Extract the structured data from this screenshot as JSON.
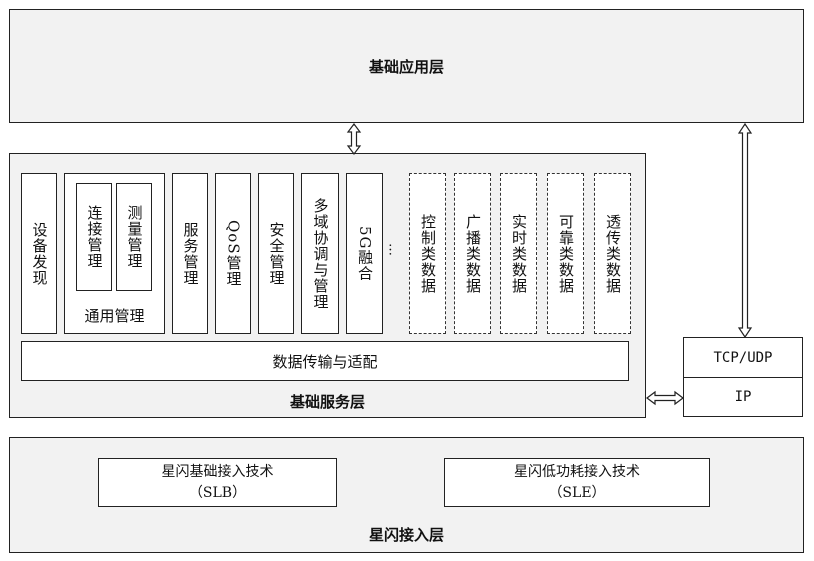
{
  "app_layer": {
    "title": "基础应用层"
  },
  "service_layer": {
    "title": "基础服务层",
    "device_discovery": "设备发现",
    "general_mgmt": {
      "label": "通用管理",
      "connection": "连接管理",
      "measurement": "测量管理"
    },
    "service_mgmt": "服务管理",
    "qos_mgmt": "QoS管理",
    "security_mgmt": "安全管理",
    "multidomain": "多域协调与管理",
    "fiveg": "5G融合",
    "ellipsis": "…",
    "data_types": [
      "控制类数据",
      "广播类数据",
      "实时类数据",
      "可靠类数据",
      "透传类数据"
    ],
    "data_transport": "数据传输与适配"
  },
  "transport": {
    "tcp_udp": "TCP/UDP",
    "ip": "IP"
  },
  "access_layer": {
    "title": "星闪接入层",
    "slb_name": "星闪基础接入技术",
    "slb_abbr": "（SLB）",
    "sle_name": "星闪低功耗接入技术",
    "sle_abbr": "（SLE）"
  },
  "colors": {
    "layer_fill": "#f2f2f2",
    "box_fill": "#ffffff",
    "stroke": "#222222"
  }
}
